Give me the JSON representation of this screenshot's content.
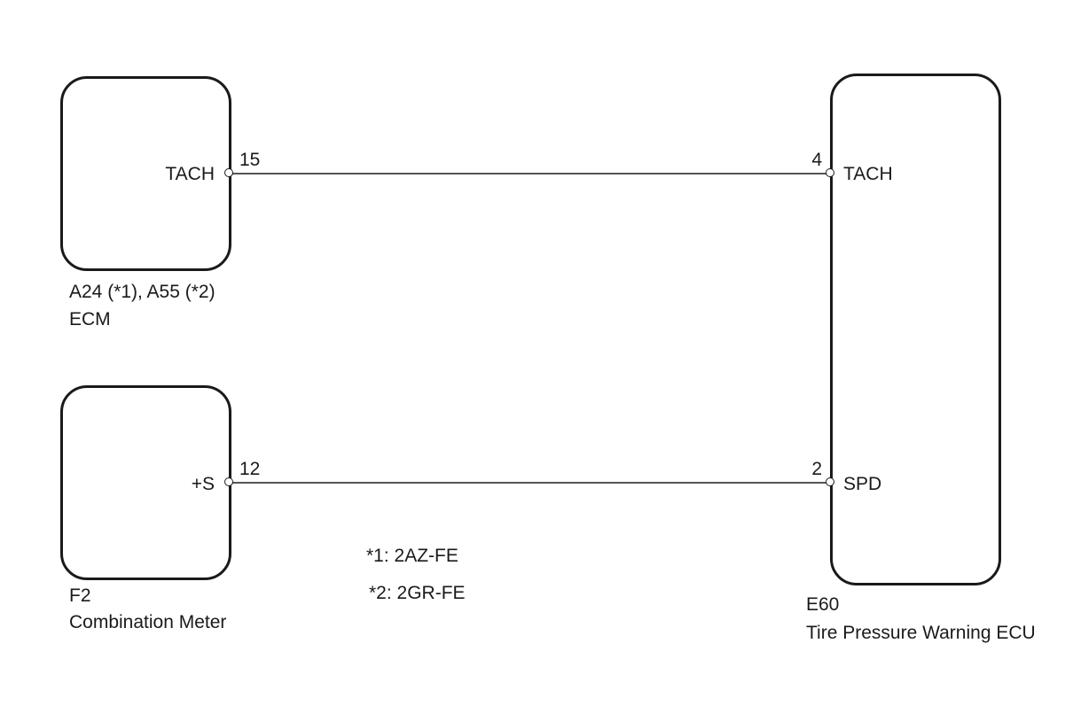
{
  "components": {
    "ecm": {
      "connector": "A24 (*1), A55 (*2)",
      "name": "ECM",
      "terminal_label": "TACH",
      "pin": "15"
    },
    "combination_meter": {
      "connector": "F2",
      "name": "Combination Meter",
      "terminal_label": "+S",
      "pin": "12"
    },
    "tpw_ecu": {
      "connector": "E60",
      "name": "Tire Pressure Warning ECU",
      "tach_pin": "4",
      "tach_label": "TACH",
      "spd_pin": "2",
      "spd_label": "SPD"
    }
  },
  "notes": [
    "*1: 2AZ-FE",
    "*2: 2GR-FE"
  ]
}
